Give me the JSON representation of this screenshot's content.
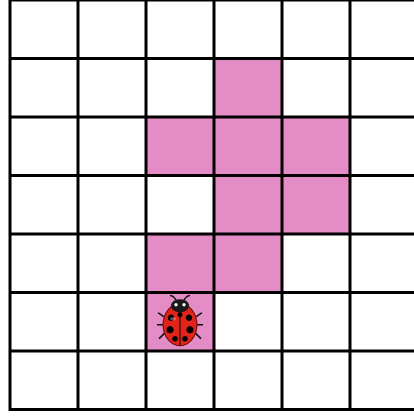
{
  "board": {
    "rows": 7,
    "cols": 6,
    "colors": {
      "grid_line": "#000000",
      "empty_cell": "#ffffff",
      "painted_cell": "#e38cc6"
    },
    "painted_cells": [
      {
        "row": 1,
        "col": 3
      },
      {
        "row": 2,
        "col": 2
      },
      {
        "row": 2,
        "col": 3
      },
      {
        "row": 2,
        "col": 4
      },
      {
        "row": 3,
        "col": 3
      },
      {
        "row": 3,
        "col": 4
      },
      {
        "row": 4,
        "col": 2
      },
      {
        "row": 4,
        "col": 3
      },
      {
        "row": 5,
        "col": 2
      }
    ],
    "ladybug": {
      "row": 5,
      "col": 2,
      "icon": "ladybug-icon",
      "colors": {
        "shell": "#e0241b",
        "spots": "#000000",
        "head": "#1a1a1a"
      }
    }
  }
}
